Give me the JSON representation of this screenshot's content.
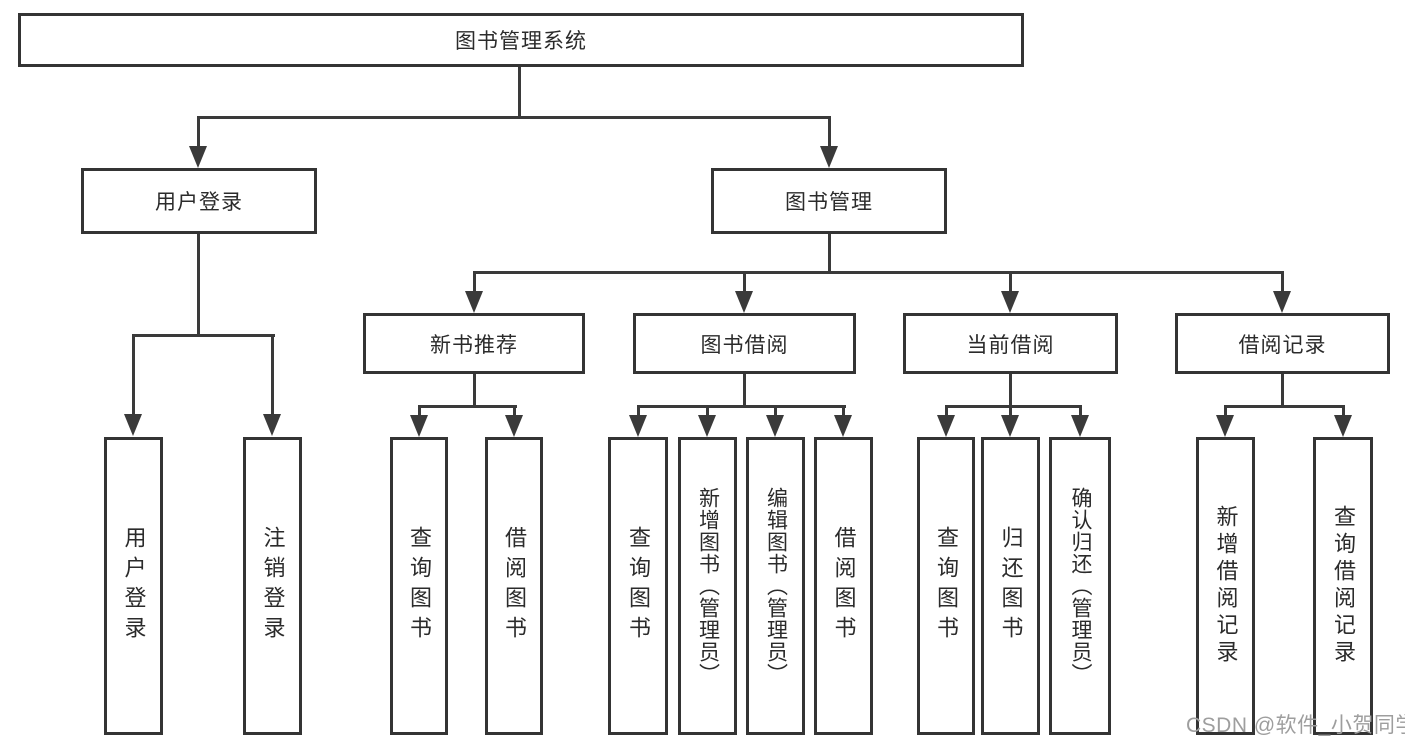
{
  "diagram": {
    "type": "hierarchy-tree",
    "watermark": "CSDN @软件_小贺同学",
    "colors": {
      "background": "#ffffff",
      "box_border": "#343434",
      "connector": "#3a3a3a",
      "text": "#2b2b2b",
      "watermark_text": "#9e9e9e"
    }
  },
  "nodes": {
    "root": {
      "label": "图书管理系统"
    },
    "level2": [
      {
        "label": "用户登录",
        "parent": "图书管理系统"
      },
      {
        "label": "图书管理",
        "parent": "图书管理系统"
      }
    ],
    "level3": [
      {
        "label": "新书推荐",
        "parent": "图书管理"
      },
      {
        "label": "图书借阅",
        "parent": "图书管理"
      },
      {
        "label": "当前借阅",
        "parent": "图书管理"
      },
      {
        "label": "借阅记录",
        "parent": "图书管理"
      }
    ],
    "leaves": [
      {
        "label": "用户登录",
        "parent": "用户登录"
      },
      {
        "label": "注销登录",
        "parent": "用户登录"
      },
      {
        "label": "查询图书",
        "parent": "新书推荐"
      },
      {
        "label": "借阅图书",
        "parent": "新书推荐"
      },
      {
        "label": "查询图书",
        "parent": "图书借阅"
      },
      {
        "label": "新增图书（管理员）",
        "parent": "图书借阅"
      },
      {
        "label": "编辑图书（管理员）",
        "parent": "图书借阅"
      },
      {
        "label": "借阅图书",
        "parent": "图书借阅"
      },
      {
        "label": "查询图书",
        "parent": "当前借阅"
      },
      {
        "label": "归还图书",
        "parent": "当前借阅"
      },
      {
        "label": "确认归还（管理员）",
        "parent": "当前借阅"
      },
      {
        "label": "新增借阅记录",
        "parent": "借阅记录"
      },
      {
        "label": "查询借阅记录",
        "parent": "借阅记录"
      }
    ]
  }
}
